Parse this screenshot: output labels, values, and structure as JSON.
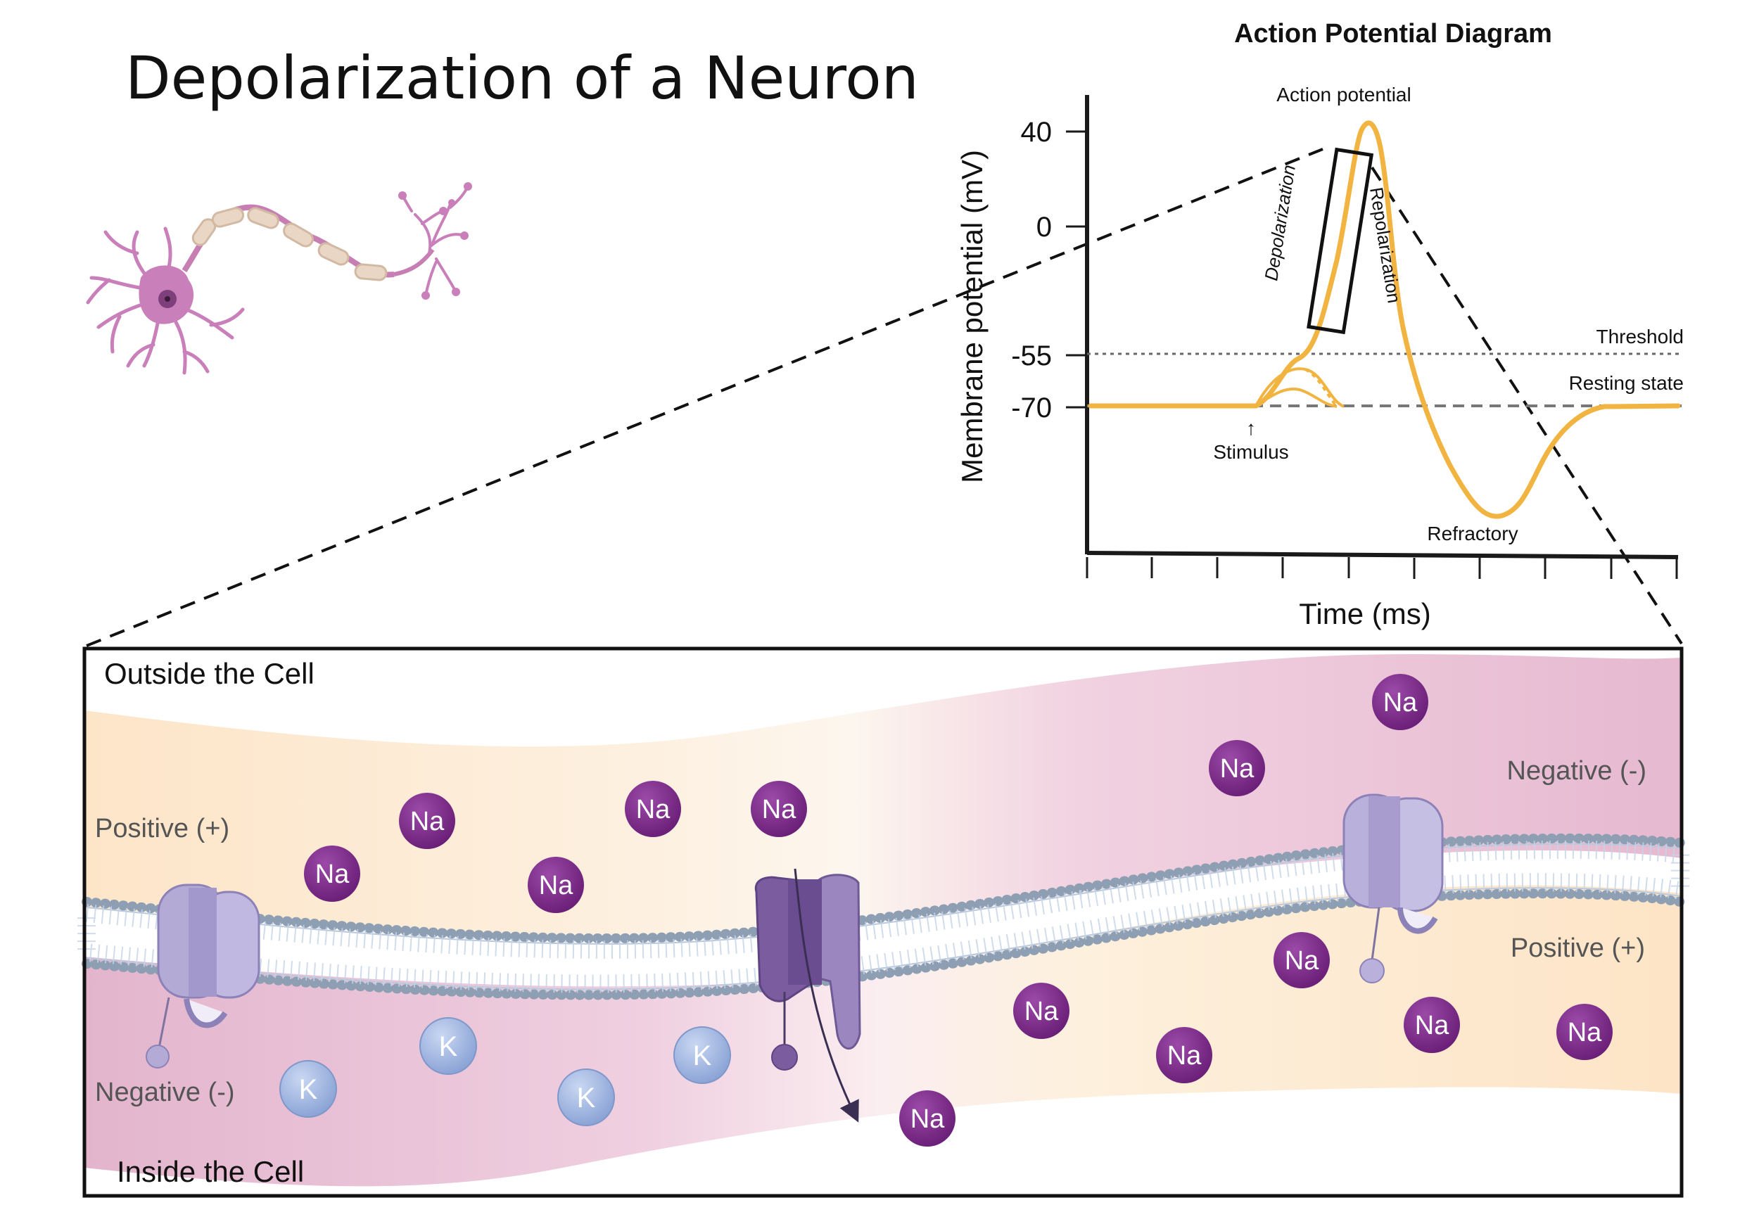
{
  "title": "Depolarization of a Neuron",
  "graph": {
    "title": "Action Potential Diagram",
    "ylabel": "Membrane potential (mV)",
    "xlabel": "Time (ms)",
    "ticks": {
      "y40": "40",
      "y0": "0",
      "y55": "-55",
      "y70": "-70"
    },
    "labels": {
      "action_potential": "Action potential",
      "threshold": "Threshold",
      "resting": "Resting state",
      "stimulus": "Stimulus",
      "stimulus_arrow": "↑",
      "refractory": "Refractory",
      "depolarization": "Depolarization",
      "repolarization": "Repolarization"
    },
    "colors": {
      "curve": "#f2b441",
      "axis": "#1a1a1a"
    }
  },
  "membrane": {
    "outside": "Outside the Cell",
    "inside": "Inside the Cell",
    "left_positive": "Positive (+)",
    "left_negative": "Negative (-)",
    "right_negative": "Negative (-)",
    "right_positive": "Positive (+)",
    "na": "Na",
    "k": "K",
    "colors": {
      "na_ion": "#7b2d86",
      "k_ion": "#8da6d8",
      "pink": "#e5b8cf",
      "peach": "#fde6cc",
      "channel": "#a89ccc",
      "channel_open": "#7a5a9e"
    }
  }
}
